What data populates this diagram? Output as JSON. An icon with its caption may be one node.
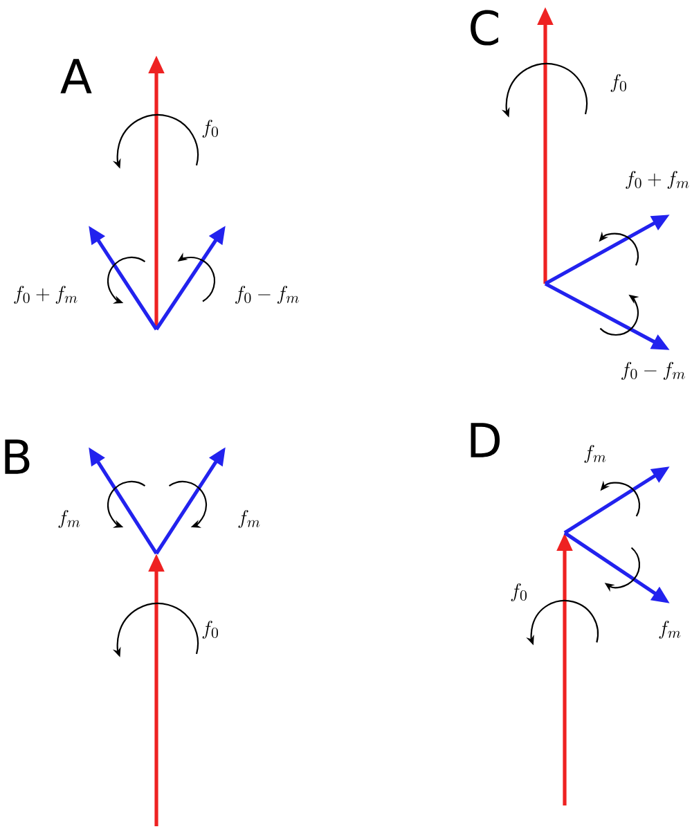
{
  "diagram": {
    "labels": [
      "A",
      "f_0",
      "f_0+f_m",
      "f_0-f_m",
      "C",
      "f_0",
      "f_0+f_m",
      "f_0-f_m",
      "B",
      "f_m",
      "f_m",
      "f_0",
      "D",
      "f_m",
      "f_0",
      "f_m"
    ]
  }
}
